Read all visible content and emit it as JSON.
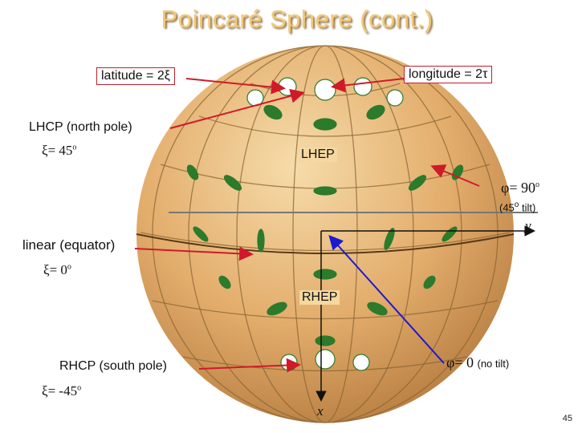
{
  "title": "Poincaré Sphere (cont.)",
  "labels": {
    "latitude": "latitude = 2ξ",
    "longitude": "longitude = 2τ",
    "lhcp": "LHCP (north pole)",
    "xi_45": "ξ= 45",
    "lhep": "LHEP",
    "phi_90": "φ= 90",
    "tilt_45": "(45",
    "tilt_45_suffix": " tilt)",
    "axis_y": "y",
    "linear": "linear (equator)",
    "xi_0": "ξ= 0",
    "rhep": "RHEP",
    "rhcp": "RHCP (south pole)",
    "phi_0": "φ= 0",
    "no_tilt": "(no tilt)",
    "xi_m45": "ξ= -45",
    "axis_x": "x",
    "degree": "o"
  },
  "page_number": "45",
  "colors": {
    "sphere": "#e7b777",
    "sphere_shadow": "#9a6a35",
    "grid": "#8a6533",
    "red_arrow": "#d01a2a",
    "blue_arrow": "#1a1ad0",
    "ellipse_green": "#2c7a2c",
    "box_border": "#c0202a"
  }
}
